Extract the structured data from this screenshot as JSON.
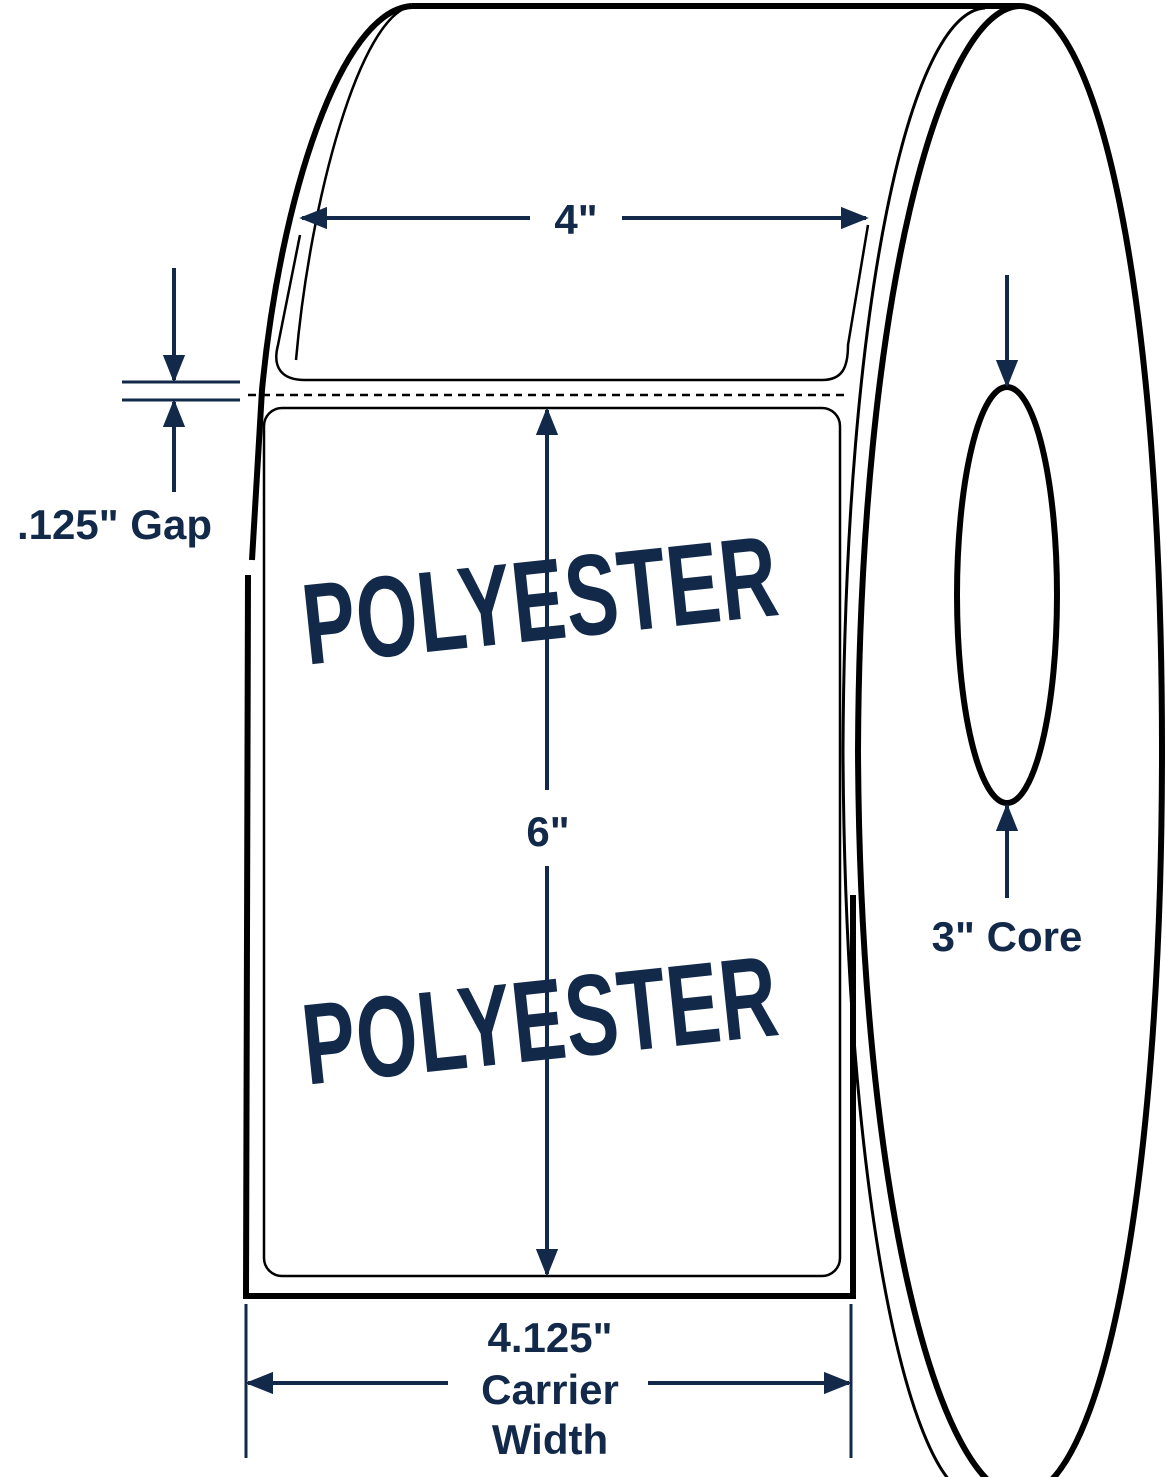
{
  "labels": {
    "label_width": "4\"",
    "label_height": "6\"",
    "gap": ".125\" Gap",
    "core": "3\" Core",
    "carrier_line1": "4.125\"",
    "carrier_line2": "Carrier",
    "carrier_line3": "Width",
    "material_top": "POLYESTER",
    "material_bottom": "POLYESTER"
  },
  "colors": {
    "ink": "#000000",
    "dimension_blue": "#12294a",
    "background": "#ffffff"
  }
}
